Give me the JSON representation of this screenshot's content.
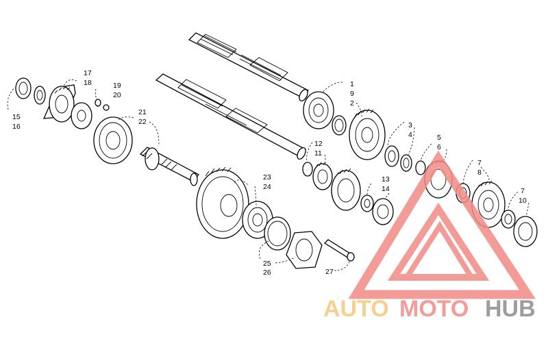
{
  "callouts": [
    {
      "id": "c1",
      "text": "1"
    },
    {
      "id": "c9",
      "text": "9"
    },
    {
      "id": "c2",
      "text": "2"
    },
    {
      "id": "c3",
      "text": "3"
    },
    {
      "id": "c4",
      "text": "4"
    },
    {
      "id": "c5",
      "text": "5"
    },
    {
      "id": "c6",
      "text": "6"
    },
    {
      "id": "c7a",
      "text": "7"
    },
    {
      "id": "c8",
      "text": "8"
    },
    {
      "id": "c7b",
      "text": "7"
    },
    {
      "id": "c10",
      "text": "10"
    },
    {
      "id": "c12",
      "text": "12"
    },
    {
      "id": "c11",
      "text": "11"
    },
    {
      "id": "c13",
      "text": "13"
    },
    {
      "id": "c14",
      "text": "14"
    },
    {
      "id": "c15",
      "text": "15"
    },
    {
      "id": "c16",
      "text": "16"
    },
    {
      "id": "c17",
      "text": "17"
    },
    {
      "id": "c18",
      "text": "18"
    },
    {
      "id": "c19",
      "text": "19"
    },
    {
      "id": "c20",
      "text": "20"
    },
    {
      "id": "c21",
      "text": "21"
    },
    {
      "id": "c22",
      "text": "22"
    },
    {
      "id": "c23",
      "text": "23"
    },
    {
      "id": "c24",
      "text": "24"
    },
    {
      "id": "c25",
      "text": "25"
    },
    {
      "id": "c26",
      "text": "26"
    },
    {
      "id": "c27",
      "text": "27"
    }
  ],
  "watermark": {
    "word_auto": "AUTO",
    "word_moto": "MOTO",
    "word_hub": "HUB",
    "color_light": "#f7c77a",
    "color_red": "#f28b86",
    "color_grey": "#8c8c8c"
  }
}
